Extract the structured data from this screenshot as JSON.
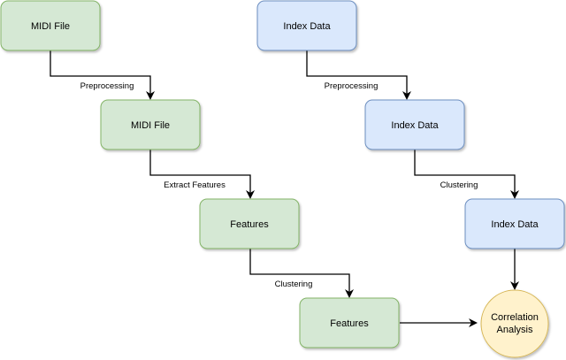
{
  "diagram": {
    "left_column": {
      "node1": "MIDI File",
      "edge1": "Preprocessing",
      "node2": "MIDI File",
      "edge2": "Extract Features",
      "node3": "Features",
      "edge3": "Clustering",
      "node4": "Features"
    },
    "right_column": {
      "node1": "Index Data",
      "edge1": "Preprocessing",
      "node2": "Index Data",
      "edge2": "Clustering",
      "node3": "Index Data"
    },
    "result": {
      "line1": "Correlation",
      "line2": "Analysis"
    },
    "colors": {
      "green_fill": "#d5e8d4",
      "green_stroke": "#82b366",
      "blue_fill": "#dae8fc",
      "blue_stroke": "#6c8ebf",
      "yellow_fill": "#fff2cc",
      "yellow_stroke": "#d6b656"
    }
  }
}
